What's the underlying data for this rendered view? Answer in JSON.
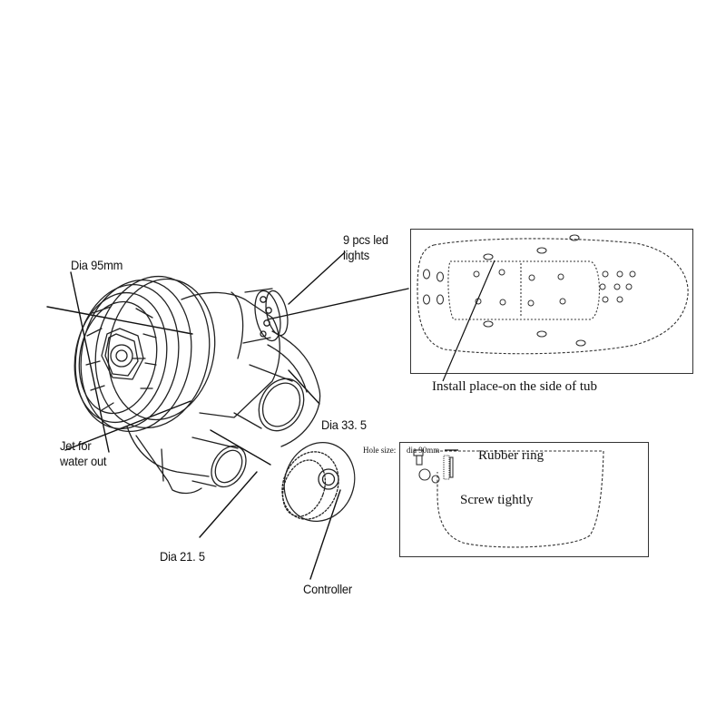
{
  "labels": {
    "dia95": "Dia 95mm",
    "led_line1": "9 pcs led",
    "led_line2": "lights",
    "jet_line1": "Jet for",
    "jet_line2": "water out",
    "dia335": "Dia 33. 5",
    "dia215": "Dia  21. 5",
    "controller": "Controller",
    "install": "Install place-on the side of tub",
    "hole_size": "Hole size:",
    "hole_dia": "dia 90mm",
    "rubber_ring": "Rubber ring",
    "screw": "Screw tightly"
  }
}
